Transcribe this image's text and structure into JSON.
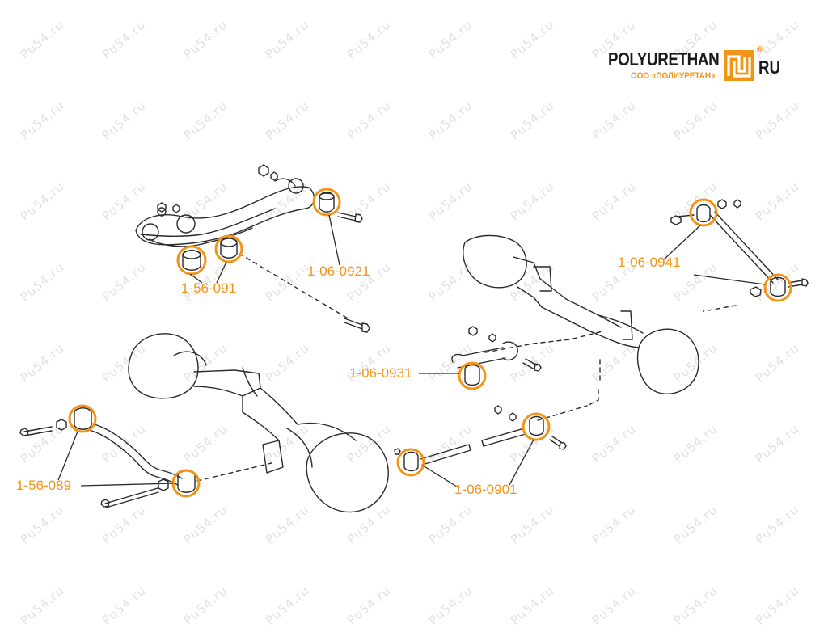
{
  "brand": {
    "name": "POLYURETHAN",
    "domain": "RU",
    "registered_mark": "®",
    "company": "ООО «ПОЛИУРЕТАН»",
    "accent_color": "#f29416"
  },
  "watermark": {
    "text": "Pu54.ru"
  },
  "part_labels": [
    {
      "id": "1-06-0921",
      "text": "1-06-0921"
    },
    {
      "id": "1-56-091",
      "text": "1-56-091"
    },
    {
      "id": "1-06-0941",
      "text": "1-06-0941"
    },
    {
      "id": "1-06-0931",
      "text": "1-06-0931"
    },
    {
      "id": "1-56-089",
      "text": "1-56-089"
    },
    {
      "id": "1-06-0901",
      "text": "1-06-0901"
    }
  ],
  "colors": {
    "line": "#2a2a2a",
    "highlight": "#f29416",
    "watermark": "#e2e2e2"
  }
}
